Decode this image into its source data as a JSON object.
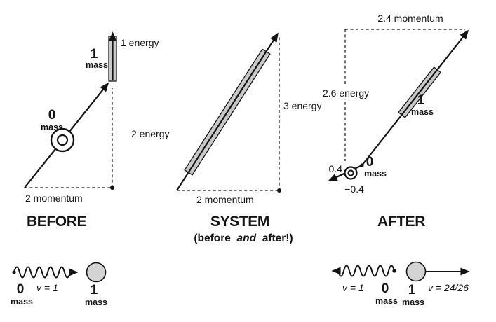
{
  "colors": {
    "ink": "#141414",
    "rod_fill": "#c9c9c9",
    "ball_fill": "#d4d4d4"
  },
  "panels": {
    "before": {
      "title": "BEFORE",
      "photon": {
        "mass_value": "0",
        "mass_word": "mass"
      },
      "particle": {
        "mass_value": "1",
        "mass_word": "mass",
        "energy_label": "1 energy"
      },
      "energy_label": "2 energy",
      "momentum_label": "2 momentum"
    },
    "system": {
      "title": "SYSTEM",
      "subtitle": {
        "pre": "(before ",
        "emph": "and",
        "post": " after!)"
      },
      "energy_label": "3 energy",
      "momentum_label": "2 momentum"
    },
    "after": {
      "title": "AFTER",
      "momentum_label": "2.4 momentum",
      "energy_label": "2.6 energy",
      "particle": {
        "mass_value": "1",
        "mass_word": "mass"
      },
      "photon": {
        "energy_value": "0.4",
        "momentum_value": "−0.4",
        "mass_value": "0",
        "mass_word": "mass"
      }
    }
  },
  "legend": {
    "left": {
      "photon_mass_value": "0",
      "photon_mass_word": "mass",
      "photon_speed": "v = 1",
      "ball_mass_value": "1",
      "ball_mass_word": "mass"
    },
    "right": {
      "photon_speed": "v = 1",
      "photon_mass_value": "0",
      "photon_mass_word": "mass",
      "ball_mass_value": "1",
      "ball_mass_word": "mass",
      "ball_speed": "v = 24/26"
    }
  }
}
